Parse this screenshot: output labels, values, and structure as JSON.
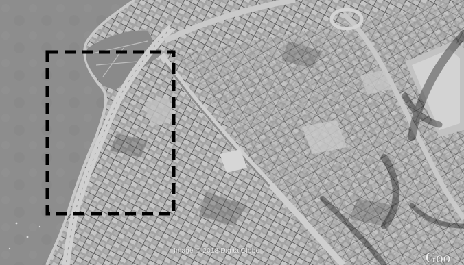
{
  "map": {
    "style": "greyscale satellite imagery",
    "scene": "dense old city (medina) beside the sea",
    "overlay": {
      "shape": "dashed-rectangle",
      "stroke_color": "#000000"
    },
    "attribution": {
      "credit_text": "Image © 2018 DigitalGlobe",
      "logo_text": "Goo"
    }
  },
  "colors": {
    "sea": "#8f8f8f",
    "shore": "#b4b4b4",
    "roads": "#c8c8c8",
    "buildings": "#a8a8a8",
    "shadow": "#4a4a4a",
    "watermark": "#000000"
  }
}
